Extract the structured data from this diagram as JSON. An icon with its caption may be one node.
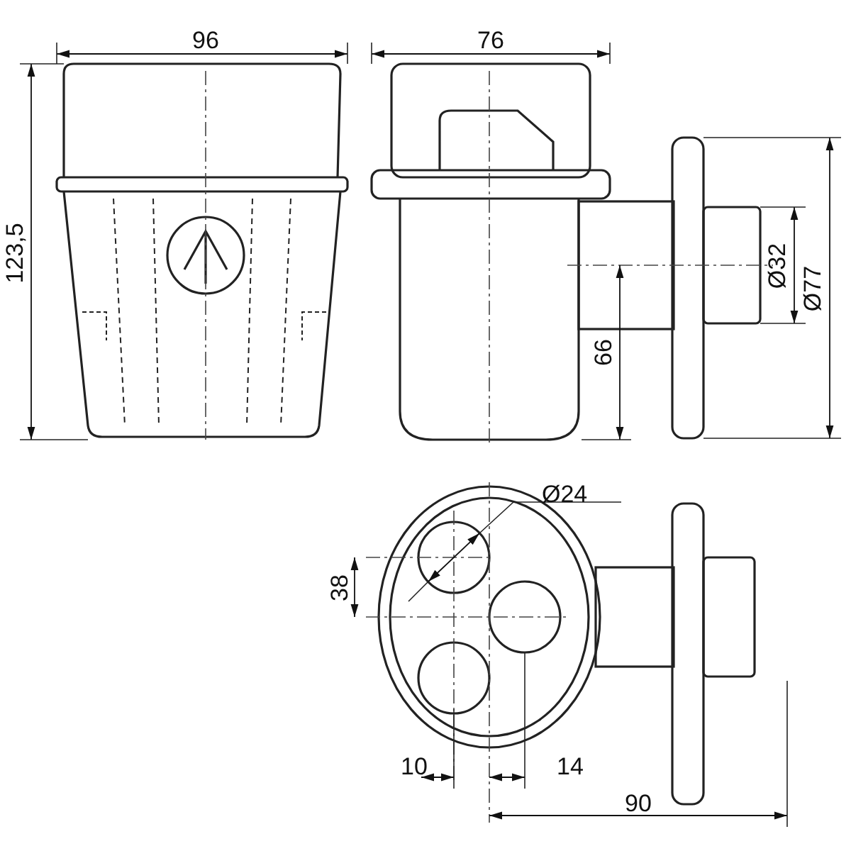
{
  "diagram": {
    "labels": [
      "96",
      "76",
      "123,5",
      "Ø32",
      "Ø77",
      "66",
      "Ø24",
      "38",
      "10",
      "14",
      "90"
    ]
  }
}
